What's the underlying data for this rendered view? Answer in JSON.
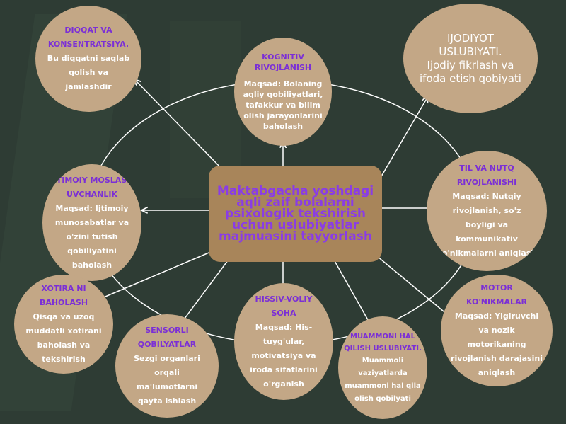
{
  "center_title": "Maktabgacha yoshdagi aqli zaif bolalarni psixologik tekshirish uchun uslubiyatlar majmuasini tayyorlash",
  "nodes": {
    "attention": {
      "title": "DIQQAT VA KONSENTRATSIYA.",
      "desc": "Bu diqqatni saqlab qolish va jamlashdir"
    },
    "cognitive": {
      "title": "KOGNITIV RIVOJLANISH",
      "desc": "Maqsad: Bolaning aqliy qobiliyatlari, tafakkur va bilim olish jarayonlarini baholash"
    },
    "creative": {
      "title": "IJODIYOT USLUBIYATI.",
      "desc": "Ijodiy fikrlash va ifoda etish qobiyati"
    },
    "social": {
      "title": "IJTIMOIY MOSLASHUVCHANLIK",
      "desc": "Maqsad: Ijtimoiy munosabatlar va o'zini tutish qobiliyatini baholash"
    },
    "language": {
      "title": "TIL VA NUTQ RIVOJLANISHI",
      "desc": "Maqsad: Nutqiy rivojlanish, so'z boyligi va kommunikativ ko'nikmalarni aniqlash"
    },
    "memory": {
      "title": "XOTIRA NI BAHOLASH",
      "desc": "Qisqa va uzoq muddatli xotirani baholash va tekshirish"
    },
    "sensory": {
      "title": "SENSORLI QOBILYATLAR",
      "desc": "Sezgi organlari orqali ma'lumotlarni qayta ishlash"
    },
    "emotional": {
      "title": "HISSIV-VOLIY SOHA",
      "desc": "Maqsad: His-tuyg'ular, motivatsiya va iroda sifatlarini o'rganish"
    },
    "problem": {
      "title": "MUAMMONI HAL QILISH USLUBIYATI.",
      "desc": "Muammoli vaziyatlarda muammoni hal qila olish qobilyati"
    },
    "motor": {
      "title": "MOTOR KO'NIKMALAR",
      "desc": "Maqsad: Yigiruvchi va nozik motorikaning rivojlanish darajasini aniqlash"
    }
  },
  "colors": {
    "background": "#2e3c34",
    "node": "#c3a786",
    "center": "#a8855a",
    "title": "#7b2fd6",
    "line": "#ffffff"
  }
}
